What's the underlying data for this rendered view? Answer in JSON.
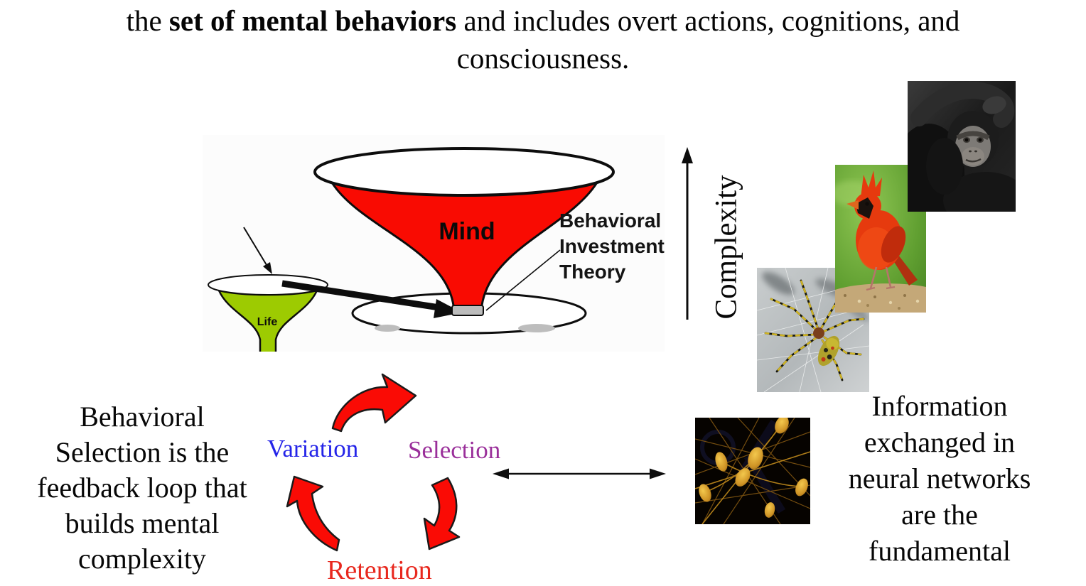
{
  "header": {
    "line1_pre": "the ",
    "line1_bold": "set of mental behaviors",
    "line1_post": " and includes overt actions, cognitions, and",
    "line2": "consciousness."
  },
  "funnel_figure": {
    "mind_label": "Mind",
    "life_label": "Life",
    "bit_label_lines": [
      "Behavioral",
      "Investment",
      "Theory"
    ]
  },
  "complexity_axis": {
    "label": "Complexity"
  },
  "left_caption": {
    "lines": [
      "Behavioral",
      "Selection is the",
      "feedback loop that",
      "builds mental",
      "complexity"
    ]
  },
  "right_caption": {
    "lines": [
      "Information",
      "exchanged in",
      "neural networks",
      "are the",
      "fundamental"
    ]
  },
  "cycle": {
    "variation_label": "Variation",
    "selection_label": "Selection",
    "retention_label": "Retention"
  },
  "photos": {
    "chimpanzee": "chimpanzee grayscale photo",
    "cardinal": "red cardinal bird photo",
    "spider": "banded spider on web photo",
    "neurons": "golden neurons on black micrograph"
  },
  "colors": {
    "mind_red": "#f90b02",
    "life_green": "#9dcb01",
    "cycle_arrow_red": "#fa0b05",
    "variation_blue": "#2424e8",
    "selection_purple": "#9a2f9a",
    "retention_red": "#e8281e",
    "stem_gray": "#bcbcbc"
  }
}
